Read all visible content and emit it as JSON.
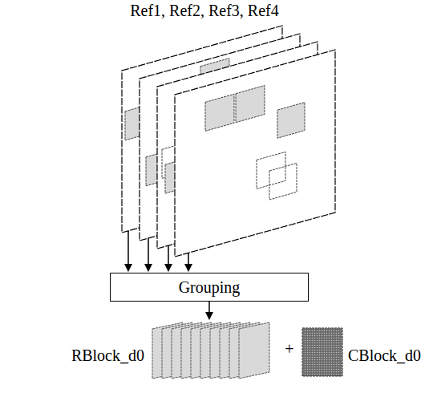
{
  "diagram": {
    "nodes": [
      {
        "text": [
          "Grouping"
        ]
      },
      {
        "text": [
          "RBlock_d0"
        ]
      },
      {
        "text": [
          "CBlock_d0"
        ]
      }
    ],
    "edges": [
      {
        "from": 0,
        "to": 1,
        "arrow": "to"
      }
    ],
    "labels": [
      "Ref1, Ref2, Ref3, Ref4",
      "+"
    ]
  }
}
